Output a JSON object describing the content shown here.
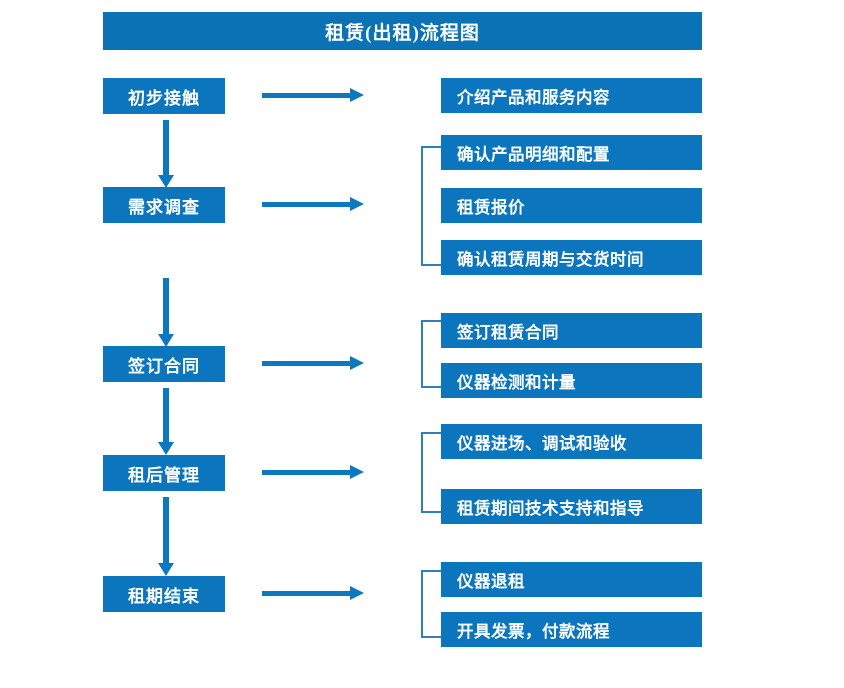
{
  "header": {
    "title": "租赁(出租)流程图"
  },
  "colors": {
    "box_blue": "#0b76bd",
    "title_blue": "#0b72b5",
    "arrow_blue": "#0c78bf",
    "bracket_blue": "#2f7fc0",
    "text": "#ffffff",
    "background": "#ffffff"
  },
  "stages": [
    {
      "label": "初步接触"
    },
    {
      "label": "需求调查"
    },
    {
      "label": "签订合同"
    },
    {
      "label": "租后管理"
    },
    {
      "label": "租期结束"
    }
  ],
  "details": [
    {
      "label": "介绍产品和服务内容"
    },
    {
      "label": "确认产品明细和配置"
    },
    {
      "label": "租赁报价"
    },
    {
      "label": "确认租赁周期与交货时间"
    },
    {
      "label": "签订租赁合同"
    },
    {
      "label": "仪器检测和计量"
    },
    {
      "label": "仪器进场、调试和验收"
    },
    {
      "label": "租赁期间技术支持和指导"
    },
    {
      "label": "仪器退租"
    },
    {
      "label": "开具发票，付款流程"
    }
  ],
  "connectors": {
    "horizontal_arrow_count": 5,
    "vertical_arrow_count": 4,
    "bracket_count": 4
  }
}
